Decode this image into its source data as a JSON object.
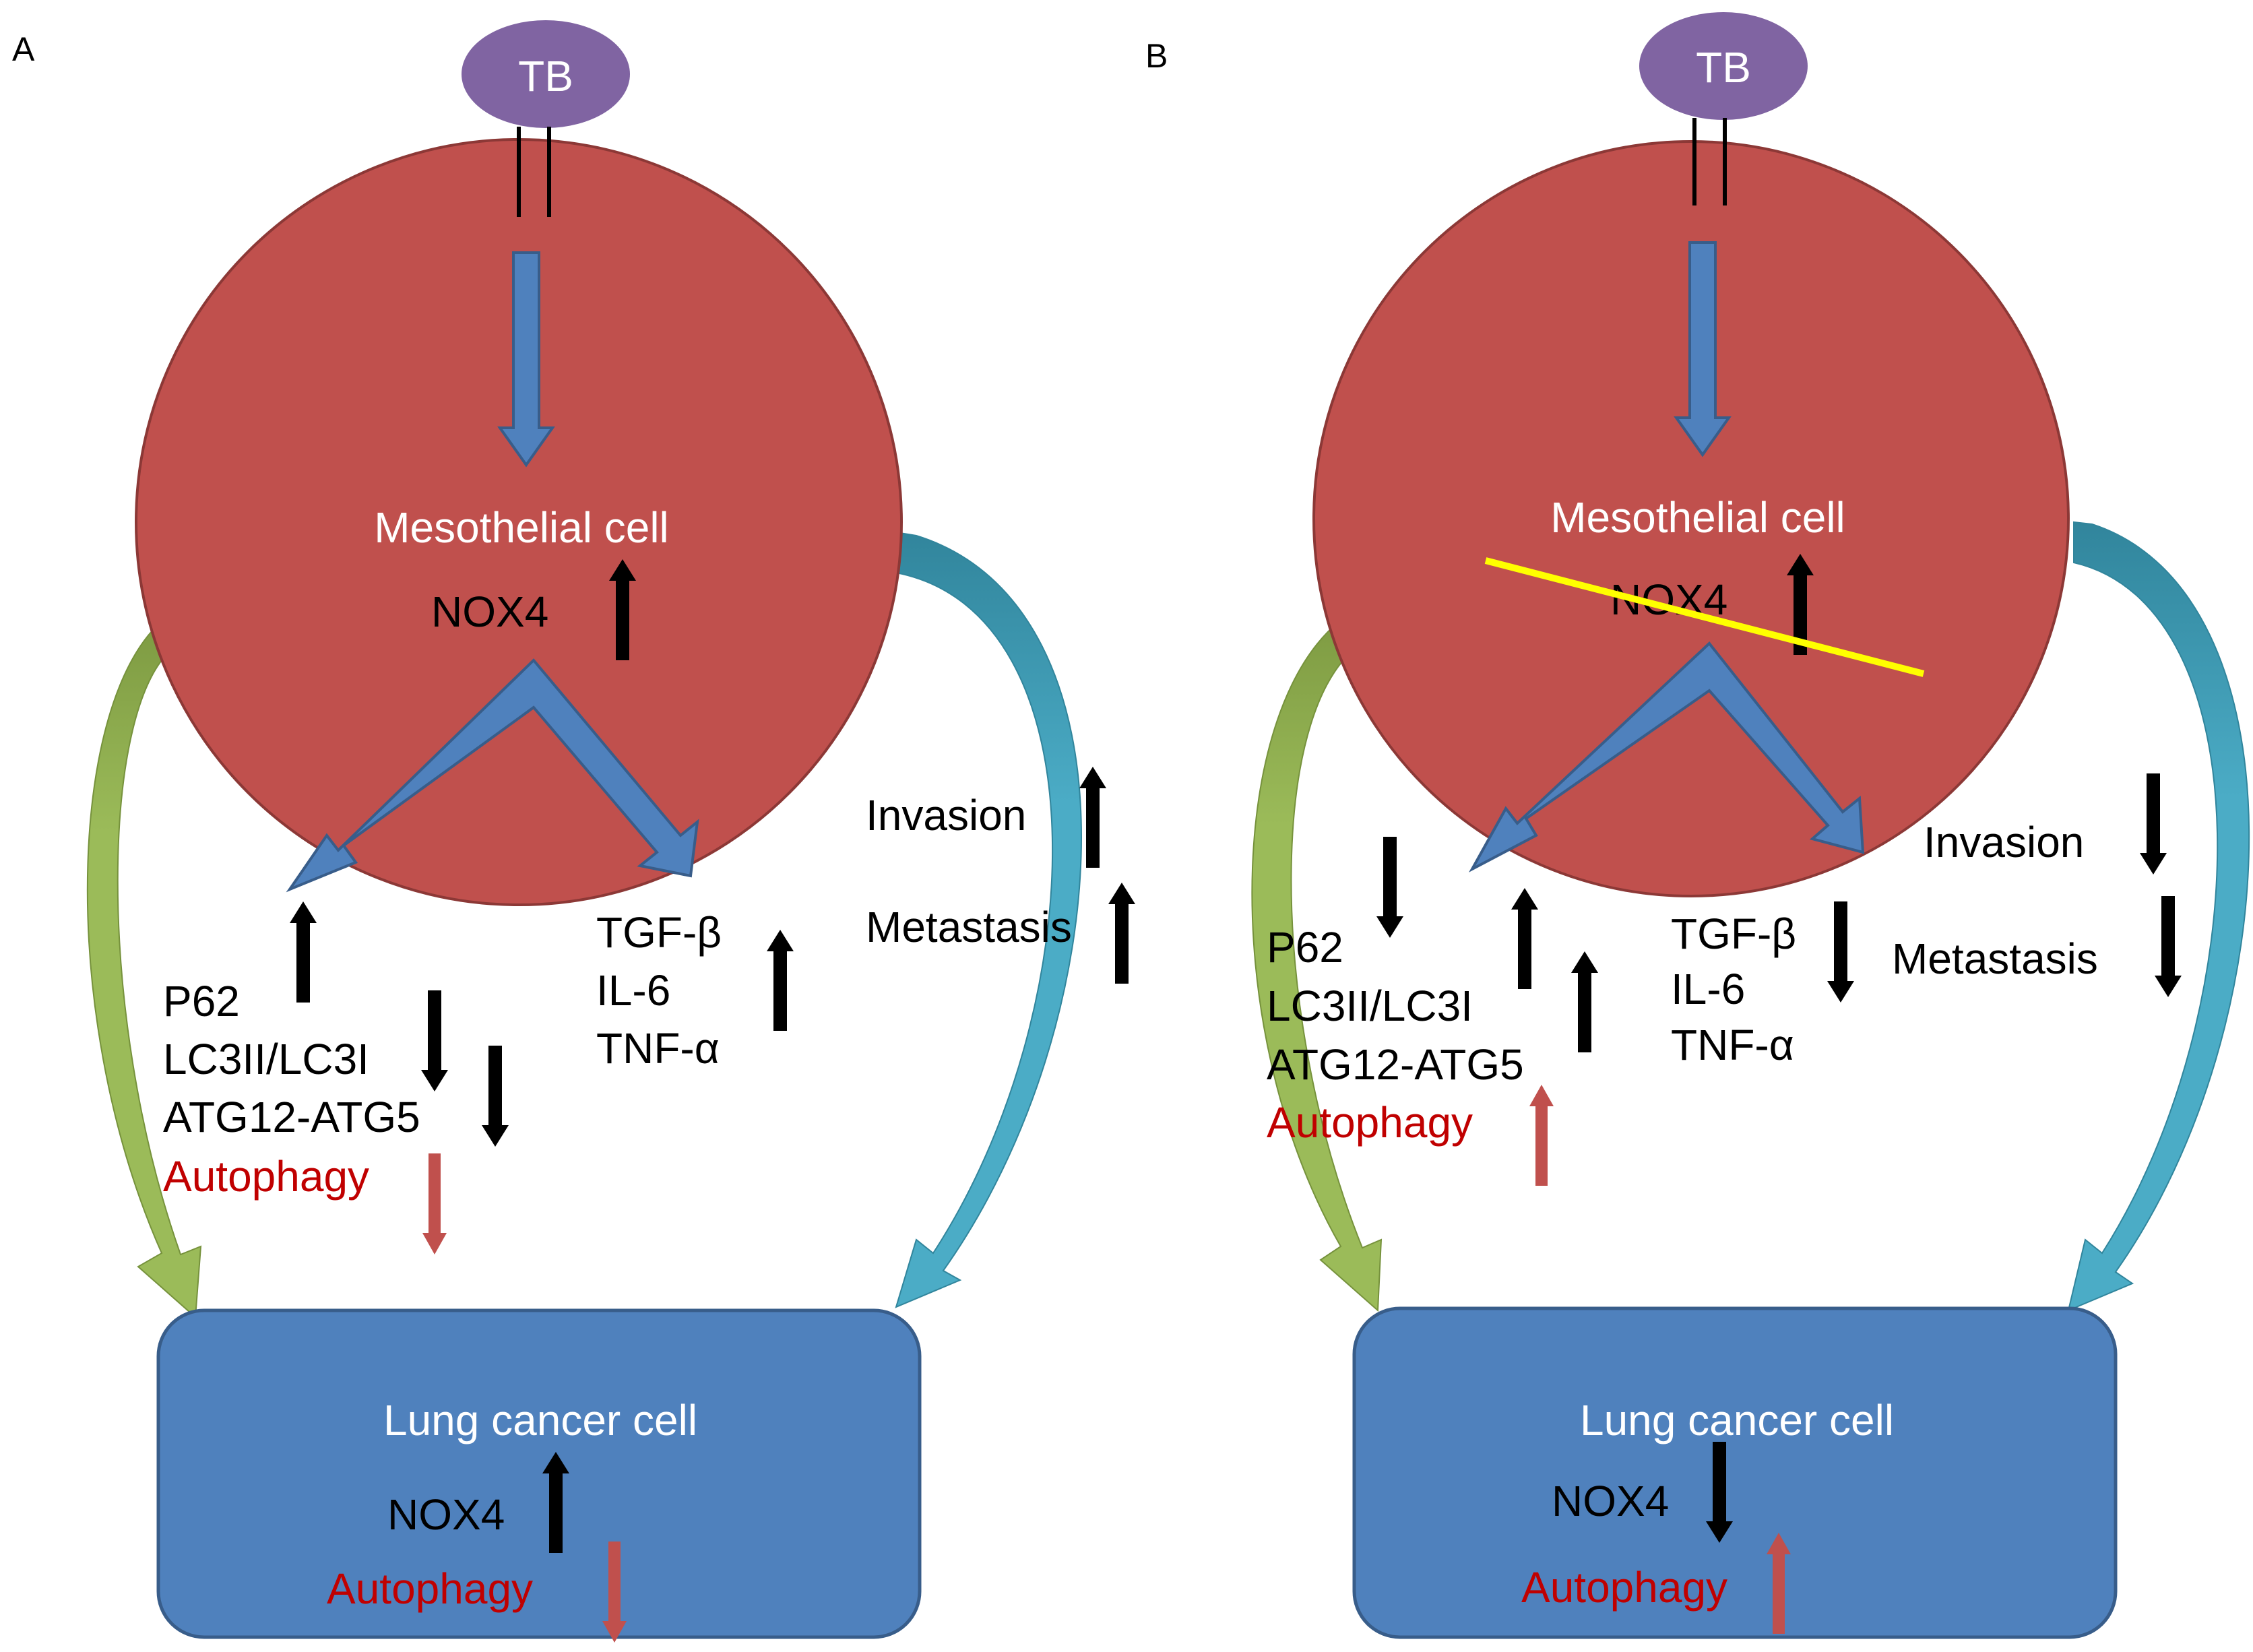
{
  "panel_a": {
    "label": "A",
    "tb": "TB",
    "mesothelial_cell": "Mesothelial cell",
    "nox4": "NOX4",
    "markers": [
      "P62",
      "LC3II/LC3I",
      "ATG12-ATG5"
    ],
    "autophagy": "Autophagy",
    "cytokines": [
      "TGF-β",
      "IL-6",
      "TNF-α"
    ],
    "invasion": "Invasion",
    "metastasis": "Metastasis",
    "lung_cancer_cell": "Lung cancer cell",
    "lung_nox4": "NOX4",
    "lung_autophagy": "Autophagy"
  },
  "panel_b": {
    "label": "B",
    "tb": "TB",
    "mesothelial_cell": "Mesothelial cell",
    "nox4": "NOX4",
    "markers": [
      "P62",
      "LC3II/LC3I",
      "ATG12-ATG5"
    ],
    "autophagy": "Autophagy",
    "cytokines": [
      "TGF-β",
      "IL-6",
      "TNF-α"
    ],
    "invasion": "Invasion",
    "metastasis": "Metastasis",
    "lung_cancer_cell": "Lung cancer cell",
    "lung_nox4": "NOX4",
    "lung_autophagy": "Autophagy"
  },
  "colors": {
    "mesothelial_cell": "#c0504d",
    "lung_cancer_cell": "#4f81bd",
    "tb": "#8064a2",
    "flow_arrow": "#4f81bd",
    "green_arrow": "#9bbb59",
    "teal_arrow": "#4bacc6",
    "inhibition_line": "#ffff00",
    "autophagy_text": "#c00000",
    "autophagy_arrow": "#c0504d"
  },
  "icons": {
    "up": "up-arrow-icon",
    "down": "down-arrow-icon"
  }
}
